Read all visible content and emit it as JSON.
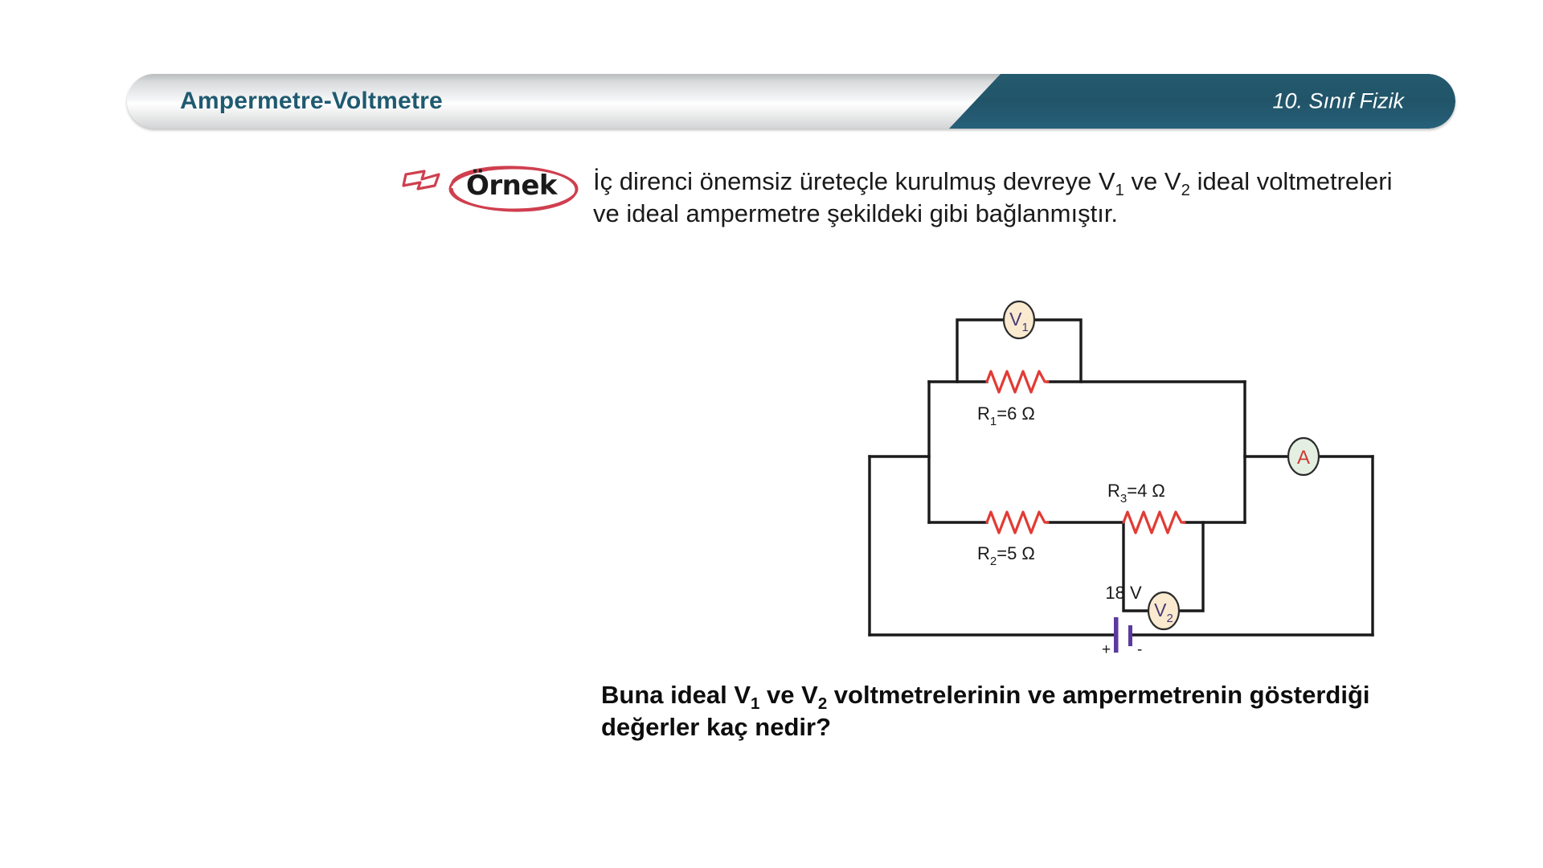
{
  "banner": {
    "title": "Ampermetre-Voltmetre",
    "subtitle": "10. Sınıf Fizik",
    "accent_dark": "#245a6f",
    "title_color": "#1f5a70"
  },
  "example_badge": {
    "label": "Örnek",
    "ink_color": "#cf3f4f",
    "arrow_icon": "arrow-right-hand-drawn"
  },
  "intro": {
    "line1_a": "İç direnci önemsiz üreteçle kurulmuş devreye V",
    "line1_sub1": "1",
    "line1_b": " ve V",
    "line1_sub2": "2",
    "line2": "ideal voltmetreleri ve ideal ampermetre şekildeki gibi",
    "line3": "bağlanmıştır."
  },
  "question": {
    "part1": "Buna ideal V",
    "sub1": "1",
    "part2": " ve V",
    "sub2": "2",
    "part3": " voltmetrelerinin ve ampermetrenin",
    "part4": "gösterdiği değerler kaç nedir?"
  },
  "circuit": {
    "type": "electrical-schematic",
    "wire_color": "#1a1a1a",
    "resistor_color": "#e23b35",
    "battery_color": "#5b3a9e",
    "components": [
      {
        "id": "R1",
        "kind": "resistor",
        "label": "R",
        "sub": "1",
        "value": "=6 Ω",
        "full": "R1=6 Ω"
      },
      {
        "id": "R2",
        "kind": "resistor",
        "label": "R",
        "sub": "2",
        "value": "=5 Ω",
        "full": "R2=5 Ω"
      },
      {
        "id": "R3",
        "kind": "resistor",
        "label": "R",
        "sub": "3",
        "value": "=4 Ω",
        "full": "R3=4 Ω"
      },
      {
        "id": "V1",
        "kind": "voltmeter",
        "label": "V",
        "sub": "1",
        "fill": "#faebd0",
        "text_color": "#463a78"
      },
      {
        "id": "V2",
        "kind": "voltmeter",
        "label": "V",
        "sub": "2",
        "fill": "#faebd0",
        "text_color": "#463a78"
      },
      {
        "id": "A",
        "kind": "ammeter",
        "label": "A",
        "sub": "",
        "fill": "#e4efe2",
        "text_color": "#cc3b33"
      },
      {
        "id": "BAT",
        "kind": "battery",
        "label": "18 V",
        "plus": "+",
        "minus": "-"
      }
    ],
    "r1_label": "R",
    "r1_sub": "1",
    "r1_val": "=6 Ω",
    "r2_label": "R",
    "r2_sub": "2",
    "r2_val": "=5 Ω",
    "r3_label": "R",
    "r3_sub": "3",
    "r3_val": "=4 Ω",
    "v1_label": "V",
    "v1_sub": "1",
    "v2_label": "V",
    "v2_sub": "2",
    "a_label": "A",
    "battery_label": "18 V",
    "battery_plus": "+",
    "battery_minus": "-"
  }
}
